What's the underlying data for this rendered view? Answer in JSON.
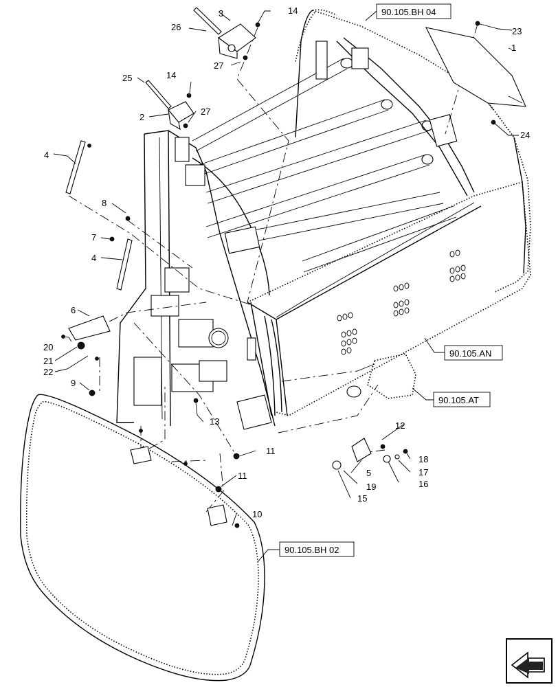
{
  "callouts": [
    {
      "id": "c1",
      "label": "1"
    },
    {
      "id": "c2",
      "label": "2"
    },
    {
      "id": "c3",
      "label": "3"
    },
    {
      "id": "c4a",
      "label": "4"
    },
    {
      "id": "c4b",
      "label": "4"
    },
    {
      "id": "c5",
      "label": "5"
    },
    {
      "id": "c6",
      "label": "6"
    },
    {
      "id": "c7",
      "label": "7"
    },
    {
      "id": "c8",
      "label": "8"
    },
    {
      "id": "c9",
      "label": "9"
    },
    {
      "id": "c10",
      "label": "10"
    },
    {
      "id": "c11a",
      "label": "11"
    },
    {
      "id": "c11b",
      "label": "11"
    },
    {
      "id": "c12",
      "label": "12"
    },
    {
      "id": "c13",
      "label": "13"
    },
    {
      "id": "c14a",
      "label": "14"
    },
    {
      "id": "c14b",
      "label": "14"
    },
    {
      "id": "c15",
      "label": "15"
    },
    {
      "id": "c16",
      "label": "16"
    },
    {
      "id": "c17",
      "label": "17"
    },
    {
      "id": "c18",
      "label": "18"
    },
    {
      "id": "c19",
      "label": "19"
    },
    {
      "id": "c20",
      "label": "20"
    },
    {
      "id": "c21",
      "label": "21"
    },
    {
      "id": "c22",
      "label": "22"
    },
    {
      "id": "c23",
      "label": "23"
    },
    {
      "id": "c24",
      "label": "24"
    },
    {
      "id": "c25",
      "label": "25"
    },
    {
      "id": "c26",
      "label": "26"
    },
    {
      "id": "c27a",
      "label": "27"
    },
    {
      "id": "c27b",
      "label": "27"
    }
  ],
  "references": [
    {
      "id": "r1",
      "label": "90.105.BH 04"
    },
    {
      "id": "r2",
      "label": "90.105.AN"
    },
    {
      "id": "r3",
      "label": "90.105.AT"
    },
    {
      "id": "r4",
      "label": "90.105.BH 02"
    }
  ],
  "icons": {
    "nav": "arrow-box-icon"
  }
}
